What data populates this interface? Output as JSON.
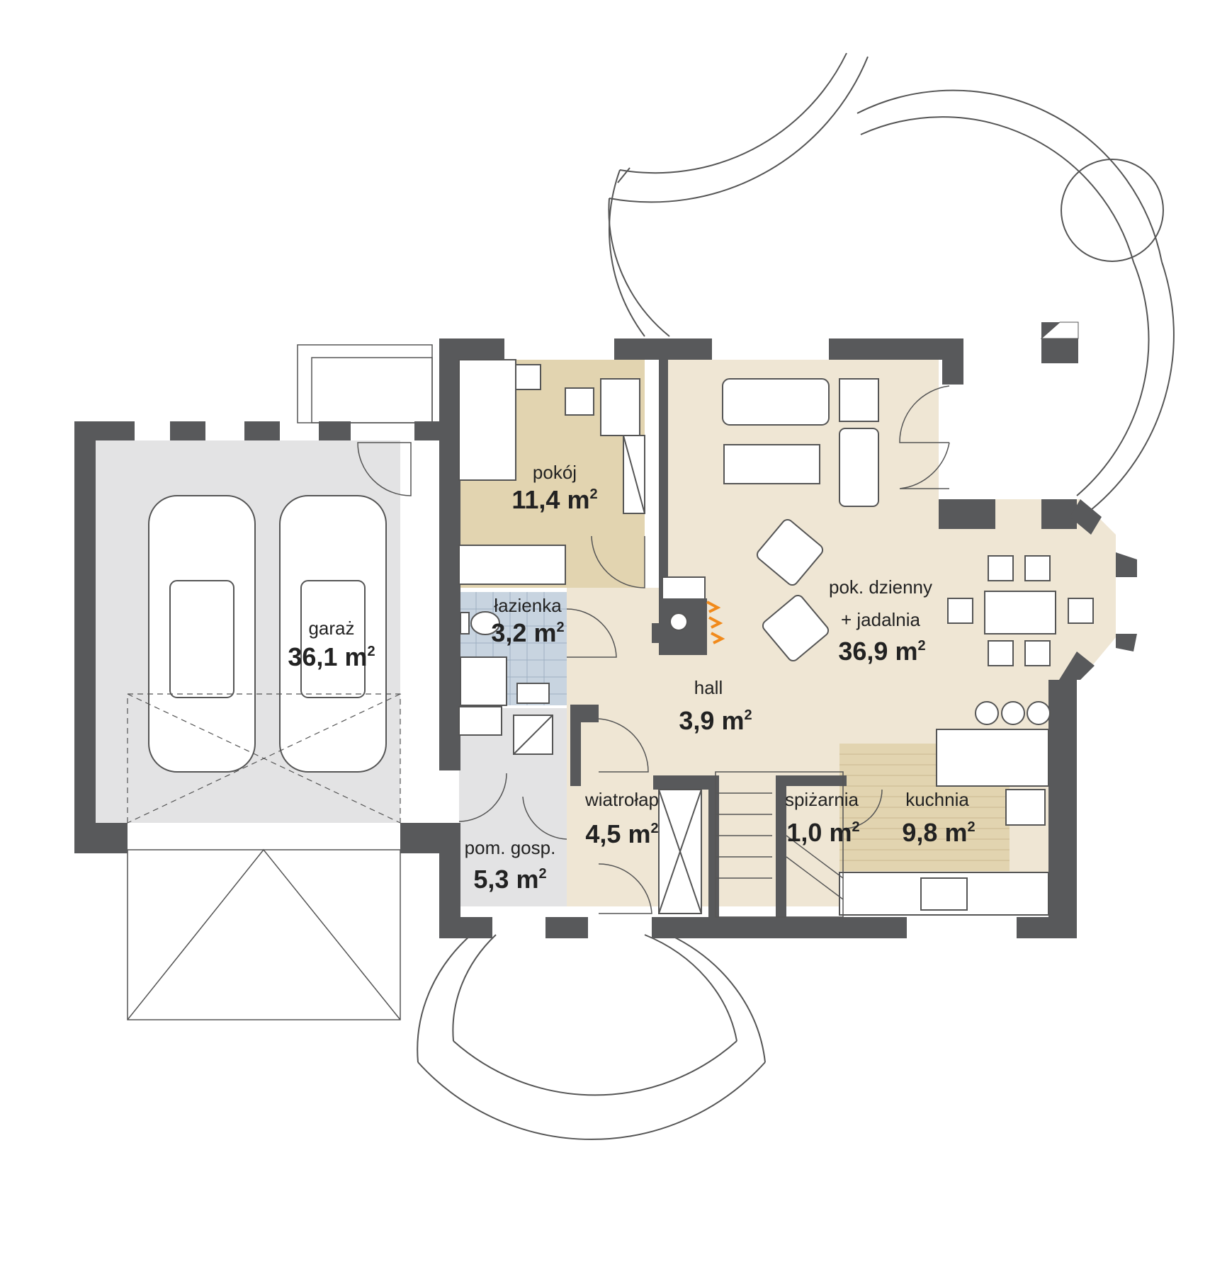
{
  "colors": {
    "wall": "#58595b",
    "garage_floor": "#e3e3e4",
    "room_floor": "#efe6d4",
    "pokoj_floor": "#e2d4b0",
    "bathroom_floor": "#c8d4e0",
    "utility_floor": "#e3e3e4",
    "kitchen_strip": "#e2d4b0",
    "line": "#555555"
  },
  "rooms": {
    "pokoj": {
      "name": "pokój",
      "area": "11,4",
      "unit": "m",
      "sup": "2"
    },
    "lazienka": {
      "name": "łazienka",
      "area": "3,2",
      "unit": "m",
      "sup": "2"
    },
    "garaz": {
      "name": "garaż",
      "area": "36,1",
      "unit": "m",
      "sup": "2"
    },
    "dzienny": {
      "name": "pok. dzienny",
      "name2": "+ jadalnia",
      "area": "36,9",
      "unit": "m",
      "sup": "2"
    },
    "hall": {
      "name": "hall",
      "area": "3,9",
      "unit": "m",
      "sup": "2"
    },
    "wiatrolap": {
      "name": "wiatrołap",
      "area": "4,5",
      "unit": "m",
      "sup": "2"
    },
    "spizarnia": {
      "name": "spiżarnia",
      "area": "1,0",
      "unit": "m",
      "sup": "2"
    },
    "kuchnia": {
      "name": "kuchnia",
      "area": "9,8",
      "unit": "m",
      "sup": "2"
    },
    "gosp": {
      "name": "pom. gosp.",
      "area": "5,3",
      "unit": "m",
      "sup": "2"
    }
  }
}
